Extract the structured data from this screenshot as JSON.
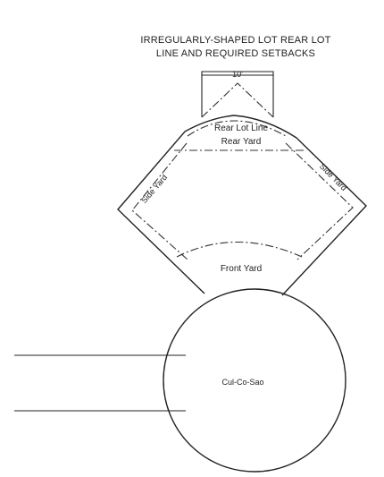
{
  "title": {
    "line1": "IRREGULARLY-SHAPED LOT REAR LOT",
    "line2": "LINE AND REQUIRED SETBACKS"
  },
  "labels": {
    "dimension": "10'",
    "rear_lot_line": "Rear Lot Line",
    "rear_yard": "Rear Yard",
    "side_yard_left": "Side Yard",
    "side_yard_right": "Side Yard",
    "front_yard": "Front Yard",
    "cul_de_sac": "Cul-Co-Sao"
  }
}
